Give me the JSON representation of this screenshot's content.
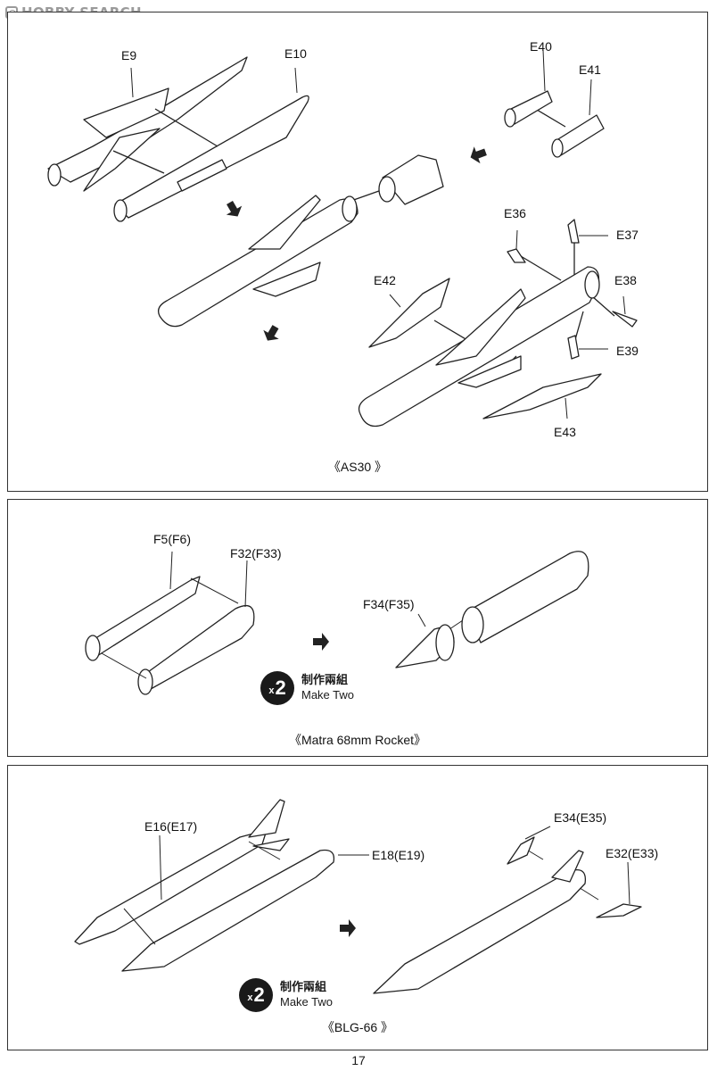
{
  "watermark": {
    "text": "HOBBY SEARCH"
  },
  "sections": {
    "as30": {
      "caption": "《AS30 》",
      "parts": {
        "e9": "E9",
        "e10": "E10",
        "e40": "E40",
        "e41": "E41",
        "e36": "E36",
        "e37": "E37",
        "e38": "E38",
        "e39": "E39",
        "e42": "E42",
        "e43": "E43"
      }
    },
    "matra": {
      "caption": "《Matra 68mm Rocket》",
      "parts": {
        "f5": "F5(F6)",
        "f32": "F32(F33)",
        "f34": "F34(F35)"
      },
      "make_two": {
        "badge_x": "x",
        "badge_num": "2",
        "cjk": "制作兩組",
        "en": "Make Two"
      }
    },
    "blg66": {
      "caption": "《BLG-66 》",
      "parts": {
        "e16": "E16(E17)",
        "e18": "E18(E19)",
        "e34": "E34(E35)",
        "e32": "E32(E33)"
      },
      "make_two": {
        "badge_x": "x",
        "badge_num": "2",
        "cjk": "制作兩組",
        "en": "Make Two"
      }
    }
  },
  "page_number": "17"
}
